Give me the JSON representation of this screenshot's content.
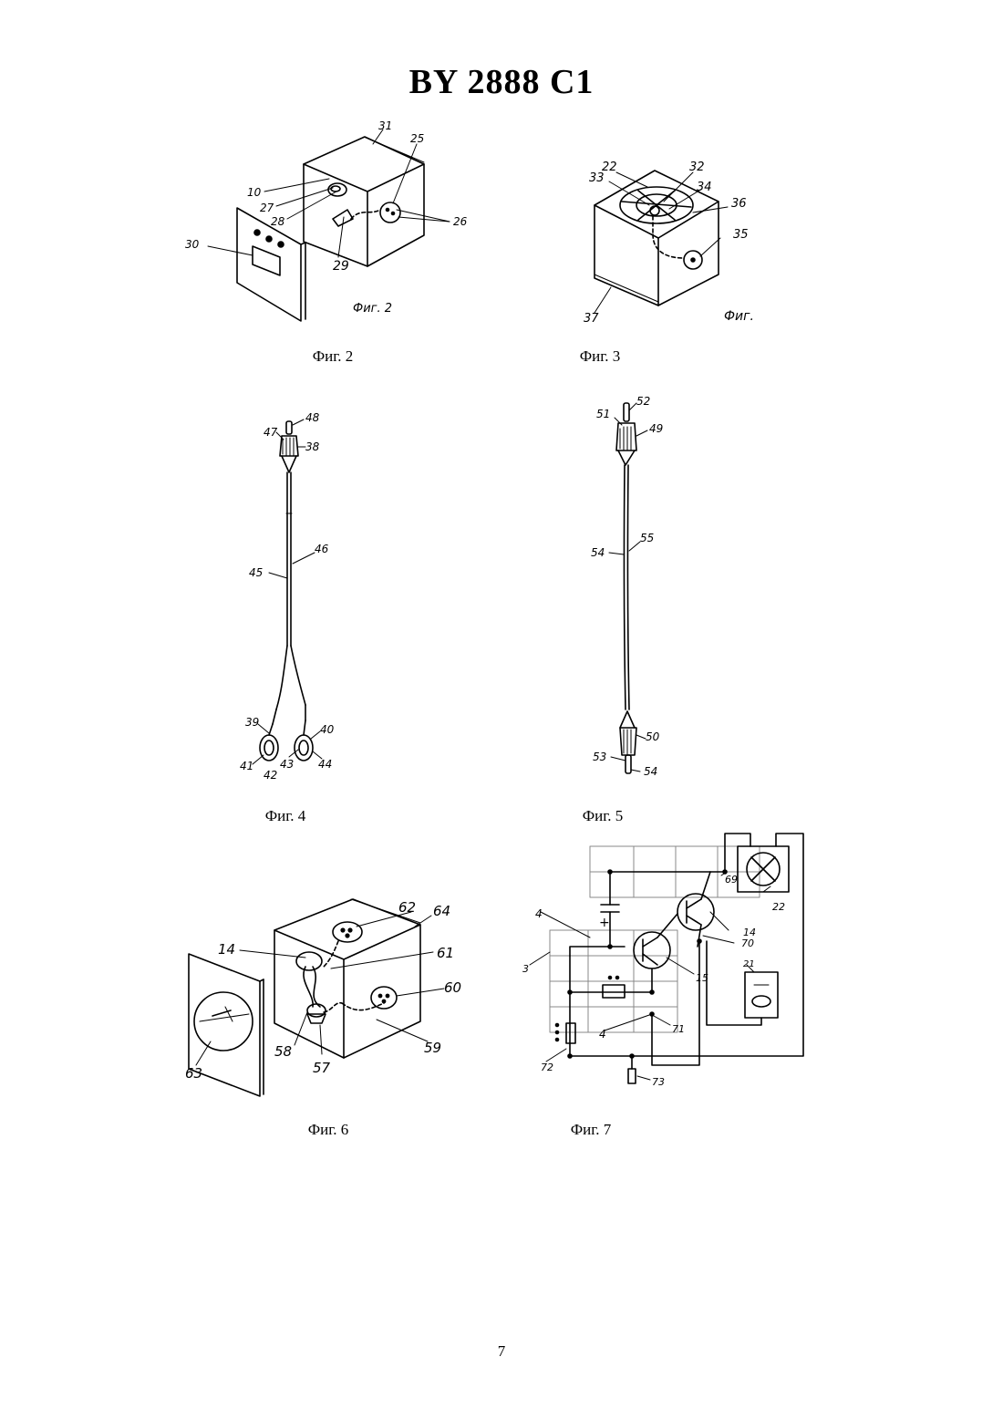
{
  "header": {
    "title": "BY 2888 C1"
  },
  "figures": [
    {
      "id": "fig2",
      "caption": "Фиг. 2",
      "inline_label": "Фиг. 2",
      "labels": [
        "31",
        "25",
        "10",
        "27",
        "28",
        "26",
        "29",
        "30"
      ]
    },
    {
      "id": "fig3",
      "caption": "Фиг. 3",
      "inline_label": "Фиг.",
      "labels": [
        "22",
        "32",
        "33",
        "34",
        "36",
        "35",
        "37"
      ]
    },
    {
      "id": "fig4",
      "caption": "Фиг. 4",
      "labels": [
        "48",
        "47",
        "38",
        "46",
        "45",
        "39",
        "40",
        "41",
        "42",
        "43",
        "44"
      ]
    },
    {
      "id": "fig5",
      "caption": "Фиг. 5",
      "labels": [
        "52",
        "51",
        "49",
        "55",
        "54",
        "50",
        "53",
        "54"
      ]
    },
    {
      "id": "fig6",
      "caption": "Фиг. 6",
      "labels": [
        "62",
        "64",
        "14",
        "61",
        "60",
        "58",
        "57",
        "59",
        "63"
      ]
    },
    {
      "id": "fig7",
      "caption": "Фиг. 7",
      "labels": [
        "69",
        "22",
        "4",
        "14",
        "70",
        "3",
        "15",
        "21",
        "4",
        "71",
        "72",
        "73"
      ]
    }
  ],
  "footer": {
    "page_number": "7"
  }
}
